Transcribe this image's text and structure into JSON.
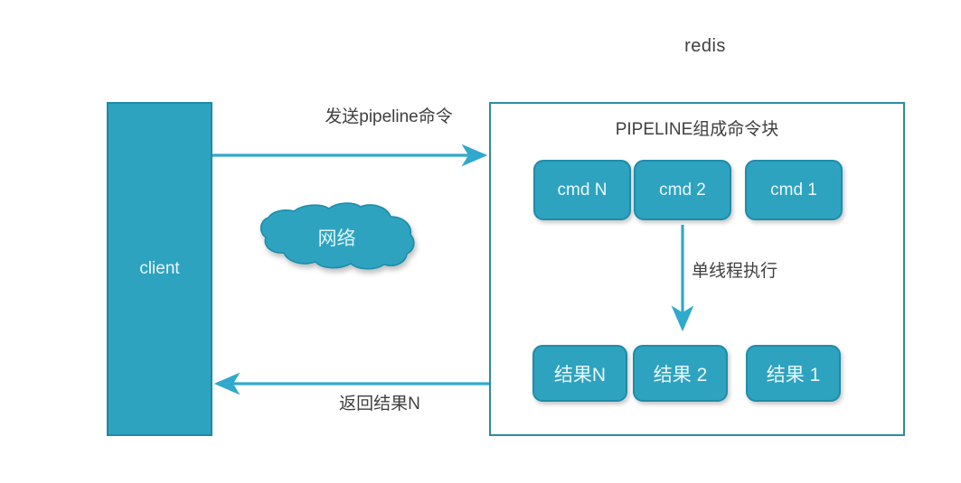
{
  "diagram": {
    "title": "redis",
    "client": {
      "label": "client"
    },
    "network": {
      "label": "网络"
    },
    "server": {
      "heading": "PIPELINE组成命令块",
      "commands": [
        {
          "label": "cmd N"
        },
        {
          "label": "cmd 2"
        },
        {
          "label": "cmd 1"
        }
      ],
      "results": [
        {
          "label": "结果N"
        },
        {
          "label": "结果 2"
        },
        {
          "label": "结果 1"
        }
      ]
    },
    "arrows": {
      "send": "发送pipeline命令",
      "execute": "单线程执行",
      "return": "返回结果N"
    },
    "colors": {
      "teal_fill": "#2ea3c0",
      "teal_border": "#1f8ca9",
      "arrow": "#30a9cd",
      "box_border": "#2d8ba3",
      "text": "#3f3f3f",
      "light_text": "#eaf8fc"
    }
  }
}
